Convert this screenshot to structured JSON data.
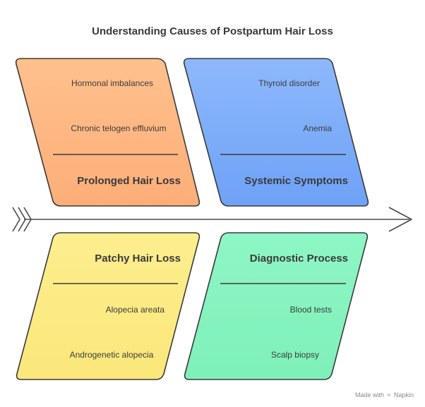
{
  "title": "Understanding Causes of Postpartum Hair Loss",
  "footer": {
    "made_with": "Made with",
    "brand": "Napkin"
  },
  "categories": [
    {
      "heading": "Prolonged Hair Loss",
      "items": [
        "Hormonal imbalances",
        "Chronic telogen effluvium"
      ],
      "fill": "#fdae78",
      "fill_light": "#ffc08d"
    },
    {
      "heading": "Systemic Symptoms",
      "items": [
        "Thyroid disorder",
        "Anemia"
      ],
      "fill": "#6ea2f7",
      "fill_light": "#8db8fb"
    },
    {
      "heading": "Patchy Hair Loss",
      "items": [
        "Alopecia areata",
        "Androgenetic alopecia"
      ],
      "fill": "#fbe77a",
      "fill_light": "#fdee8e"
    },
    {
      "heading": "Diagnostic Process",
      "items": [
        "Blood tests",
        "Scalp biopsy"
      ],
      "fill": "#7ff0b9",
      "fill_light": "#8ef6c6"
    }
  ],
  "icons": {
    "footer_logo": "napkin-logo-icon",
    "spine": "fishbone-arrow-icon"
  }
}
